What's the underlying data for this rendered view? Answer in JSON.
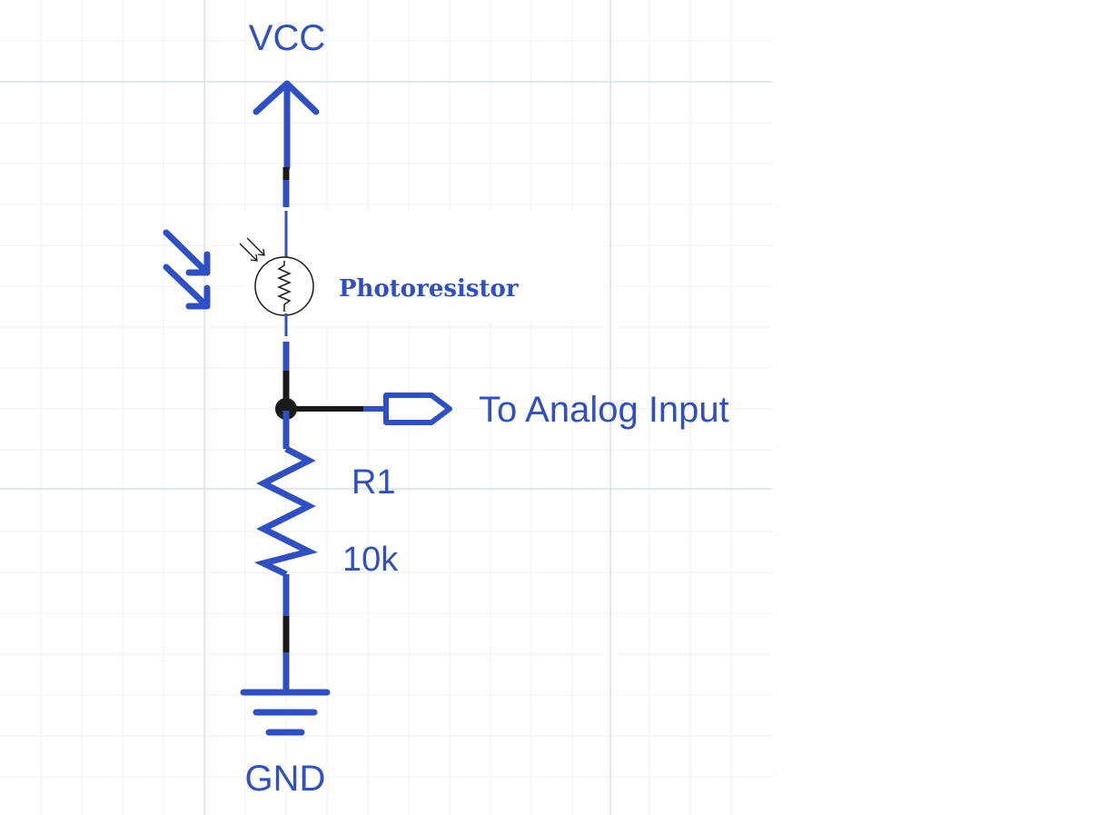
{
  "labels": {
    "vcc": "VCC",
    "gnd": "GND",
    "photoresistor": "Photoresistor",
    "analog_input": "To Analog Input",
    "resistor_ref": "R1",
    "resistor_value": "10k"
  },
  "colors": {
    "wire_blue": "#2f4fc4",
    "wire_black": "#1a1a1a",
    "grid_minor": "#eef1f7",
    "grid_major": "#d9e0ee",
    "background": "#ffffff"
  },
  "icons": {
    "vcc_symbol": "up-arrow-power-icon",
    "ground_symbol": "ground-icon",
    "light_arrows": "light-rays-icon",
    "photoresistor_symbol": "photoresistor-icon",
    "resistor_symbol": "resistor-icon",
    "net_port": "net-port-icon",
    "junction": "junction-dot-icon"
  }
}
